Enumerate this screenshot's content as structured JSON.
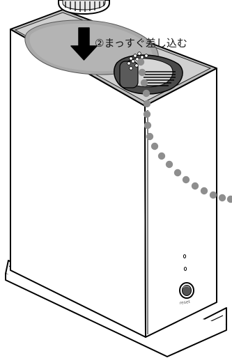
{
  "instruction": {
    "step_label": "②まっすぐ差し込む"
  },
  "device": {
    "reset_label": "reset"
  },
  "icons": {
    "arrow": "down-arrow-icon",
    "path": "dotted-path-indicator"
  }
}
